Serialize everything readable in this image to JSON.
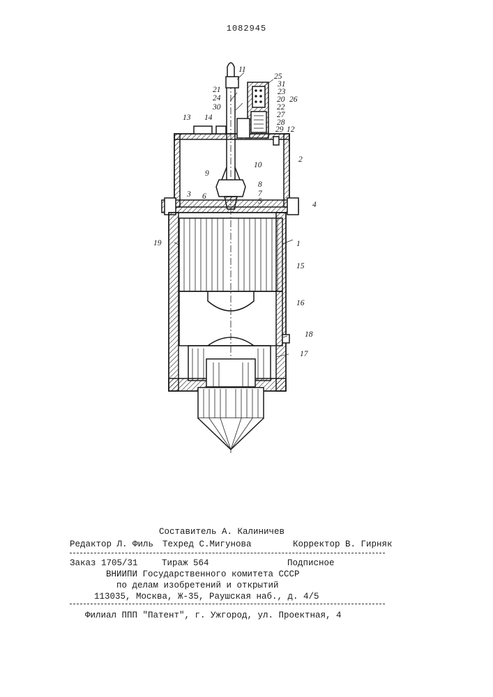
{
  "patent_number": "1082945",
  "part_labels": [
    "11",
    "25",
    "31",
    "23",
    "21",
    "24",
    "20",
    "26",
    "30",
    "22",
    "27",
    "28",
    "29",
    "12",
    "13",
    "14",
    "10",
    "2",
    "9",
    "8",
    "7",
    "5",
    "3",
    "6",
    "4",
    "19",
    "1",
    "15",
    "16",
    "18",
    "17"
  ],
  "footer": {
    "composer": "Составитель А. Калиничев",
    "editor": "Редактор Л. Филь",
    "techred": "Техред С.Мигунова",
    "corrector": "Корректор В. Гирняк",
    "order": "Заказ 1705/31",
    "edition": "Тираж 564",
    "subscription": "Подписное",
    "org_line1": "ВНИИПИ Государственного комитета СССР",
    "org_line2": "по делам изобретений и открытий",
    "address": "113035, Москва, Ж-35, Раушская наб., д. 4/5",
    "branch": "Филиал ППП \"Патент\", г. Ужгород, ул. Проектная, 4"
  }
}
